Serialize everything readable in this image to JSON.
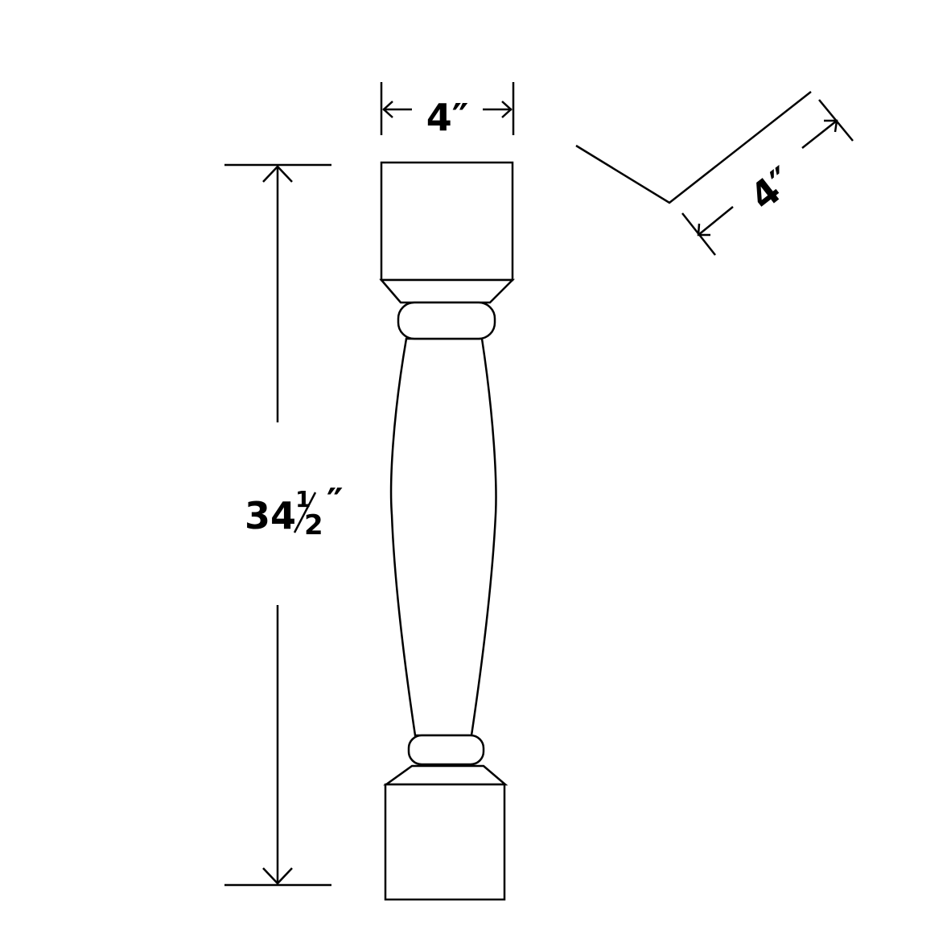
{
  "dimensions": {
    "width_label": "4″",
    "depth_label": "4″",
    "height_whole": "34",
    "height_frac_num": "1",
    "height_frac_den": "2",
    "height_unit": "″"
  },
  "colors": {
    "stroke": "#000000",
    "background": "#ffffff"
  }
}
